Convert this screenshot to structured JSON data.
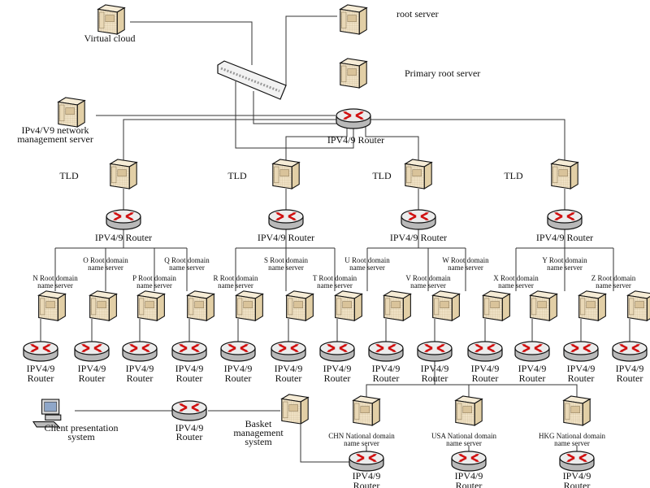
{
  "top": {
    "virtual_cloud": "Virtual cloud",
    "root_server": "root server",
    "primary_root_server": "Primary root server",
    "mgmt_server": [
      "IPv4/V9 network",
      "management server"
    ],
    "core_router": "IPV4/9 Router"
  },
  "tld": {
    "labels": [
      "TLD",
      "TLD",
      "TLD",
      "TLD"
    ],
    "routers": [
      "IPV4/9 Router",
      "IPV4/9 Router",
      "IPV4/9 Router",
      "IPV4/9 Router"
    ]
  },
  "root_domain_servers": [
    {
      "line1": "N Root domain",
      "line2": "name server"
    },
    {
      "line1": "O Root domain",
      "line2": "name server"
    },
    {
      "line1": "P Root domain",
      "line2": "name server"
    },
    {
      "line1": "Q Root domain",
      "line2": "name server"
    },
    {
      "line1": "R Root domain",
      "line2": "name server"
    },
    {
      "line1": "S Root domain",
      "line2": "name server"
    },
    {
      "line1": "T Root domain",
      "line2": "name server"
    },
    {
      "line1": "U Root domain",
      "line2": "name server"
    },
    {
      "line1": "V Root domain",
      "line2": "name server"
    },
    {
      "line1": "W Root domain",
      "line2": "name server"
    },
    {
      "line1": "X Root domain",
      "line2": "name server"
    },
    {
      "line1": "Y Root domain",
      "line2": "name server"
    },
    {
      "line1": "Z Root domain",
      "line2": "name server"
    }
  ],
  "edge_router_label": [
    "IPV4/9",
    "Router"
  ],
  "national_servers": [
    {
      "line1": "CHN National domain",
      "line2": "name server"
    },
    {
      "line1": "USA National domain",
      "line2": "name server"
    },
    {
      "line1": "HKG National domain",
      "line2": "name server"
    }
  ],
  "client": {
    "label": [
      "Client presentation",
      "system"
    ]
  },
  "client_router": [
    "IPV4/9",
    "Router"
  ],
  "basket": {
    "label": [
      "Basket",
      "management",
      "system"
    ]
  },
  "colors": {
    "server": "#efe1c4",
    "server_side": "#d8c59f",
    "router": "#c8c8c8",
    "arrow": "#d01010",
    "line": "#333333"
  }
}
